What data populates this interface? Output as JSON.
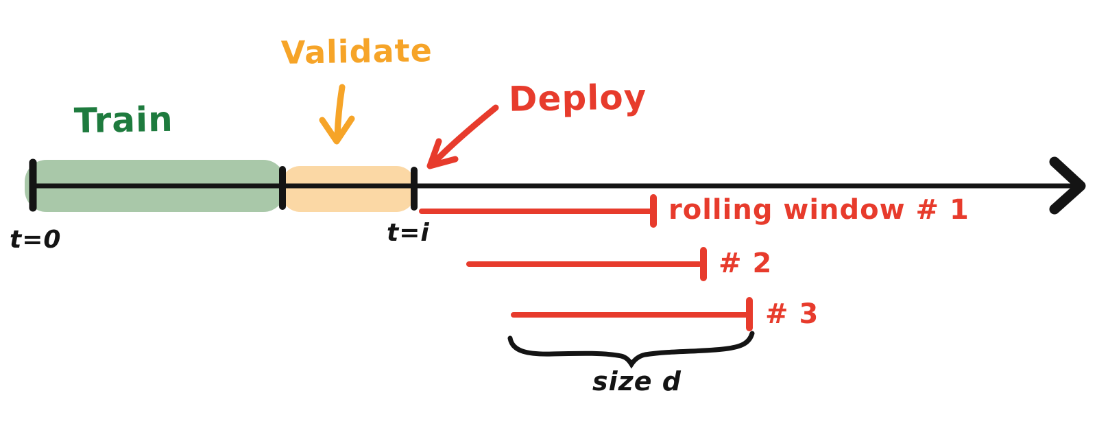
{
  "colors": {
    "train_green": "#1e7b3e",
    "train_band": "#a9c8a9",
    "validate_orange": "#f6a428",
    "validate_band": "#fbd8a5",
    "deploy_red": "#e73b2c",
    "ink_black": "#141414"
  },
  "timeline": {
    "train_label": "Train",
    "validate_label": "Validate",
    "deploy_label": "Deploy",
    "t0_label": "t=0",
    "ti_label": "t=i"
  },
  "windows": {
    "w1_label": "rolling window # 1",
    "w2_label": "# 2",
    "w3_label": "# 3",
    "size_label": "size d"
  }
}
